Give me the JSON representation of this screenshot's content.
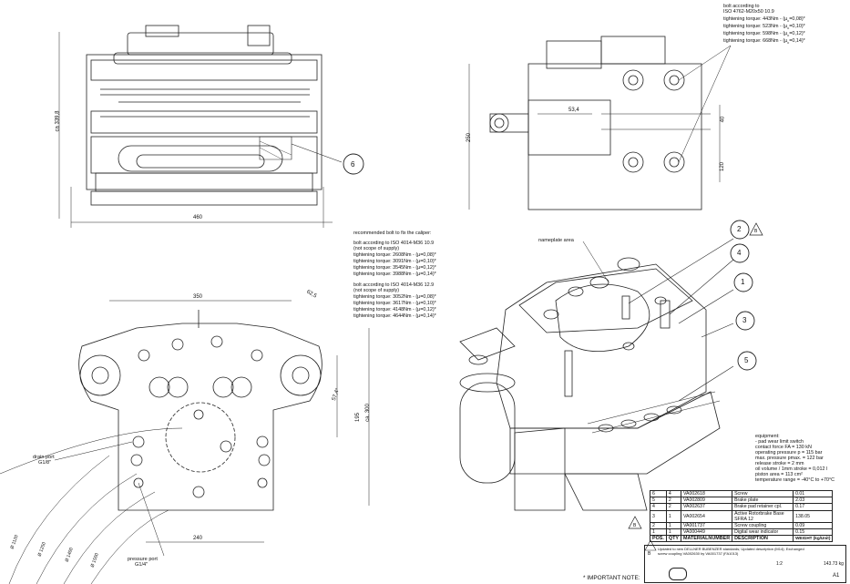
{
  "top_right_note": {
    "lines": [
      "bolt according to",
      "ISO 4762-M20x50 10.9",
      "tightening torque:  443Nm - (µ",
      "tightening torque:  523Nm - (µ",
      "tightening torque:  598Nm - (µ",
      "tightening torque:  668Nm - (µ"
    ],
    "mu": [
      "=0,08)*",
      "=0,10)*",
      "=0,12)*",
      "=0,14)*"
    ]
  },
  "mid_note": {
    "title": "recommended bolt to fix the caliper:",
    "block1": [
      "bolt according to ISO 4014-M36 10.9",
      "(not scope of supply)",
      "tightening torque: 2608Nm - (µ=0,08)*",
      "tightening torque: 3091Nm - (µ=0,10)*",
      "tightening torque: 3545Nm - (µ=0,12)*",
      "tightening torque: 3988Nm - (µ=0,14)*"
    ],
    "block2": [
      "bolt according to ISO 4014-M36 12.9",
      "(not scope of supply)",
      "tightening torque: 3052Nm - (µ=0,08)*",
      "tightening torque: 3617Nm - (µ=0,10)*",
      "tightening torque: 4148Nm - (µ=0,12)*",
      "tightening torque: 4644Nm - (µ=0,14)*"
    ]
  },
  "dims": {
    "front_height": "ca 339,8",
    "front_width": "460",
    "side_height": "250",
    "side_offset": "53,4",
    "side_40": "40",
    "side_120": "120",
    "bottom_350": "350",
    "bottom_62": "62,5",
    "bottom_195": "195",
    "bottom_300": "ca. 300",
    "bottom_240": "240",
    "bottom_angle": "57,4°",
    "radii": [
      "Ø 1120",
      "Ø 1250",
      "Ø 1400",
      "Ø 1500"
    ]
  },
  "labels": {
    "drain_port": [
      "drain port",
      "G1/8\""
    ],
    "pressure_port": [
      "pressure port",
      "G1/4\""
    ],
    "nameplate": "nameplate area",
    "important": "* IMPORTANT NOTE:"
  },
  "balloons": [
    "6",
    "2",
    "4",
    "1",
    "3",
    "5"
  ],
  "rev_mark": "B",
  "equipment": {
    "title": "equipment:",
    "lines": [
      "- pad wear limit switch",
      "contact force FA = 130 kN",
      "operating pressure p = 115 bar",
      "max. pressure pmax. = 122 bar",
      "release stroke = 2 mm",
      "oil volume / 1mm stroke = 0,012 l",
      "piston area = 113 cm²",
      "temperature range = -40°C to +70°C"
    ]
  },
  "bom": {
    "headers": [
      "POS.",
      "QTY",
      "MATERIALNUMBER",
      "DESCRIPTION",
      "WEIGHT (kg/Unit)"
    ],
    "rows": [
      [
        "6",
        "4",
        "VA002618",
        "Screw",
        "0.01"
      ],
      [
        "5",
        "2",
        "VA002809",
        "Brake plate",
        "2.03"
      ],
      [
        "4",
        "2",
        "VA002637",
        "Brake pad retainer cpl.",
        "0.17"
      ],
      [
        "3",
        "1",
        "VA002654",
        "Active Rotorbrake Base SFRA 12",
        "138.05"
      ],
      [
        "2",
        "1",
        "VA001737",
        "Screw coupling",
        "0.09"
      ],
      [
        "1",
        "1",
        "VA000449",
        "Digital wear indicator",
        "0.15"
      ]
    ]
  },
  "title_block": {
    "rev_text": "Updated to new DELLNER BUBENZER standards; Updated description (M14); Exchanged screw coupling VA002630 by VA001737 (FA1013)",
    "scale": "1:2",
    "weight": "143.73 kg",
    "size": "A1",
    "sheet_rev": "B"
  }
}
